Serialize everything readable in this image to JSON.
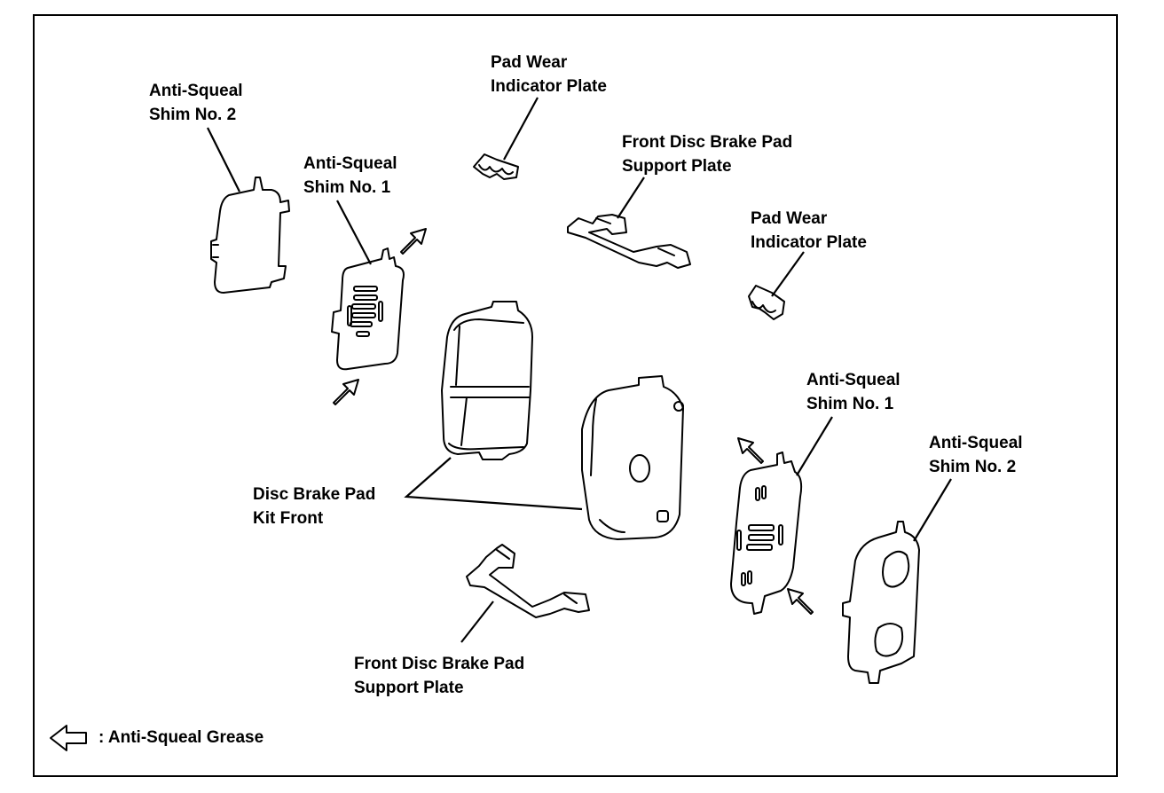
{
  "diagram": {
    "labels": {
      "shim2_left": [
        "Anti-Squeal",
        "Shim No. 2"
      ],
      "shim1_left": [
        "Anti-Squeal",
        "Shim No. 1"
      ],
      "wear_top": [
        "Pad Wear",
        "Indicator Plate"
      ],
      "support_top": [
        "Front Disc Brake Pad",
        "Support Plate"
      ],
      "wear_right": [
        "Pad Wear",
        "Indicator Plate"
      ],
      "shim1_right": [
        "Anti-Squeal",
        "Shim No. 1"
      ],
      "shim2_right": [
        "Anti-Squeal",
        "Shim No. 2"
      ],
      "pad_kit": [
        "Disc Brake Pad",
        "Kit Front"
      ],
      "support_bottom": [
        "Front Disc Brake Pad",
        "Support Plate"
      ]
    },
    "legend": {
      "icon": "hollow-arrow-icon",
      "text": ": Anti-Squeal Grease"
    }
  }
}
